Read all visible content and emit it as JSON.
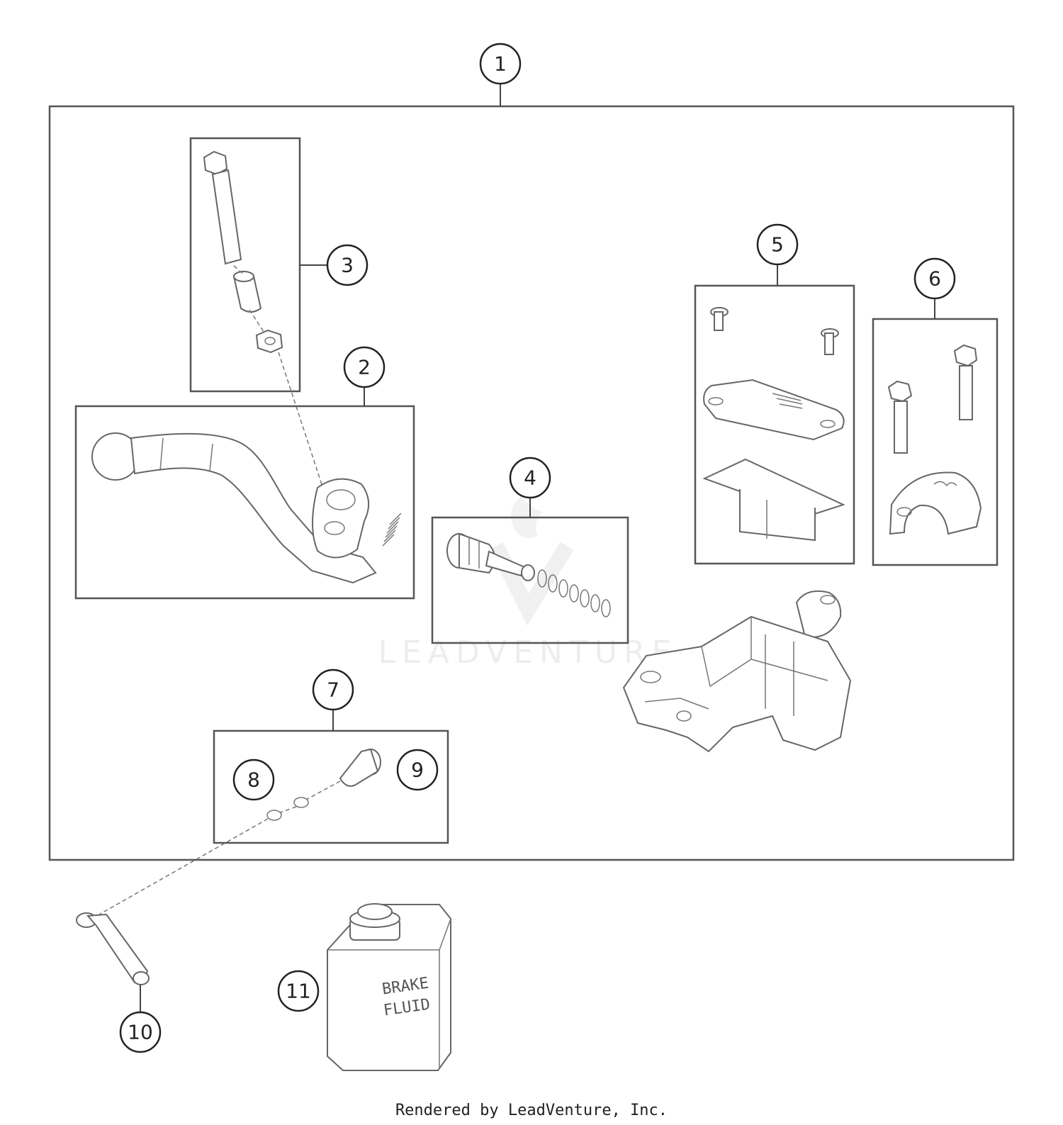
{
  "callouts": [
    "1",
    "2",
    "3",
    "4",
    "5",
    "6",
    "7",
    "8",
    "9",
    "10",
    "11"
  ],
  "can_label": [
    "BRAKE",
    "FLUID"
  ],
  "watermark": "LEADVENTURE",
  "footer": "Rendered by LeadVenture, Inc."
}
